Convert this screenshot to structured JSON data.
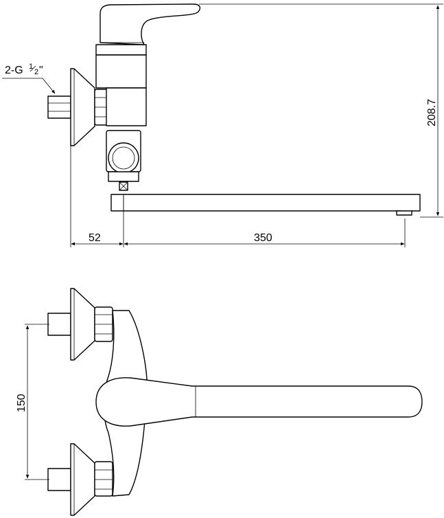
{
  "side_view": {
    "thread_label_prefix": "2-G",
    "thread_label_num": "1",
    "thread_label_den": "2",
    "thread_label_suffix": "\"",
    "height_dim": "208.7",
    "offset_dim": "52",
    "spout_dim": "350"
  },
  "front_view": {
    "spacing_dim": "150"
  }
}
